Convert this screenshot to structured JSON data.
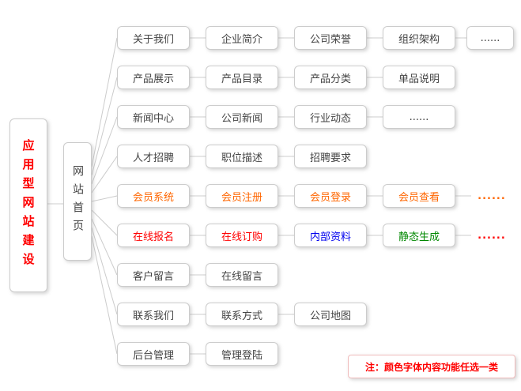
{
  "colors": {
    "default": "#444444",
    "orange": "#ff6600",
    "red": "#ff0000",
    "blue": "#0000ee",
    "green": "#008800",
    "line": "#cccccc"
  },
  "root": {
    "label": "应用型网站建设",
    "color": "red"
  },
  "home": {
    "label": "网站首页",
    "color": "default"
  },
  "rows": [
    {
      "items": [
        {
          "label": "关于我们",
          "color": "default"
        },
        {
          "label": "企业简介",
          "color": "default"
        },
        {
          "label": "公司荣誉",
          "color": "default"
        },
        {
          "label": "组织架构",
          "color": "default"
        },
        {
          "label": "......",
          "color": "default"
        }
      ]
    },
    {
      "items": [
        {
          "label": "产品展示",
          "color": "default"
        },
        {
          "label": "产品目录",
          "color": "default"
        },
        {
          "label": "产品分类",
          "color": "default"
        },
        {
          "label": "单品说明",
          "color": "default"
        }
      ]
    },
    {
      "items": [
        {
          "label": "新闻中心",
          "color": "default"
        },
        {
          "label": "公司新闻",
          "color": "default"
        },
        {
          "label": "行业动态",
          "color": "default"
        },
        {
          "label": "......",
          "color": "default"
        }
      ]
    },
    {
      "items": [
        {
          "label": "人才招聘",
          "color": "default"
        },
        {
          "label": "职位描述",
          "color": "default"
        },
        {
          "label": "招聘要求",
          "color": "default"
        }
      ]
    },
    {
      "items": [
        {
          "label": "会员系统",
          "color": "orange"
        },
        {
          "label": "会员注册",
          "color": "orange"
        },
        {
          "label": "会员登录",
          "color": "orange"
        },
        {
          "label": "会员查看",
          "color": "orange"
        },
        {
          "label": "......",
          "color": "orange"
        }
      ]
    },
    {
      "items": [
        {
          "label": "在线报名",
          "color": "red"
        },
        {
          "label": "在线订购",
          "color": "red"
        },
        {
          "label": "内部资料",
          "color": "blue"
        },
        {
          "label": "静态生成",
          "color": "green"
        },
        {
          "label": "......",
          "color": "red"
        }
      ]
    },
    {
      "items": [
        {
          "label": "客户留言",
          "color": "default"
        },
        {
          "label": "在线留言",
          "color": "default"
        }
      ]
    },
    {
      "items": [
        {
          "label": "联系我们",
          "color": "default"
        },
        {
          "label": "联系方式",
          "color": "default"
        },
        {
          "label": "公司地图",
          "color": "default"
        }
      ]
    },
    {
      "items": [
        {
          "label": "后台管理",
          "color": "default"
        },
        {
          "label": "管理登陆",
          "color": "default"
        }
      ]
    }
  ],
  "note": {
    "label": "注：颜色字体内容功能任选一类",
    "color": "red"
  }
}
